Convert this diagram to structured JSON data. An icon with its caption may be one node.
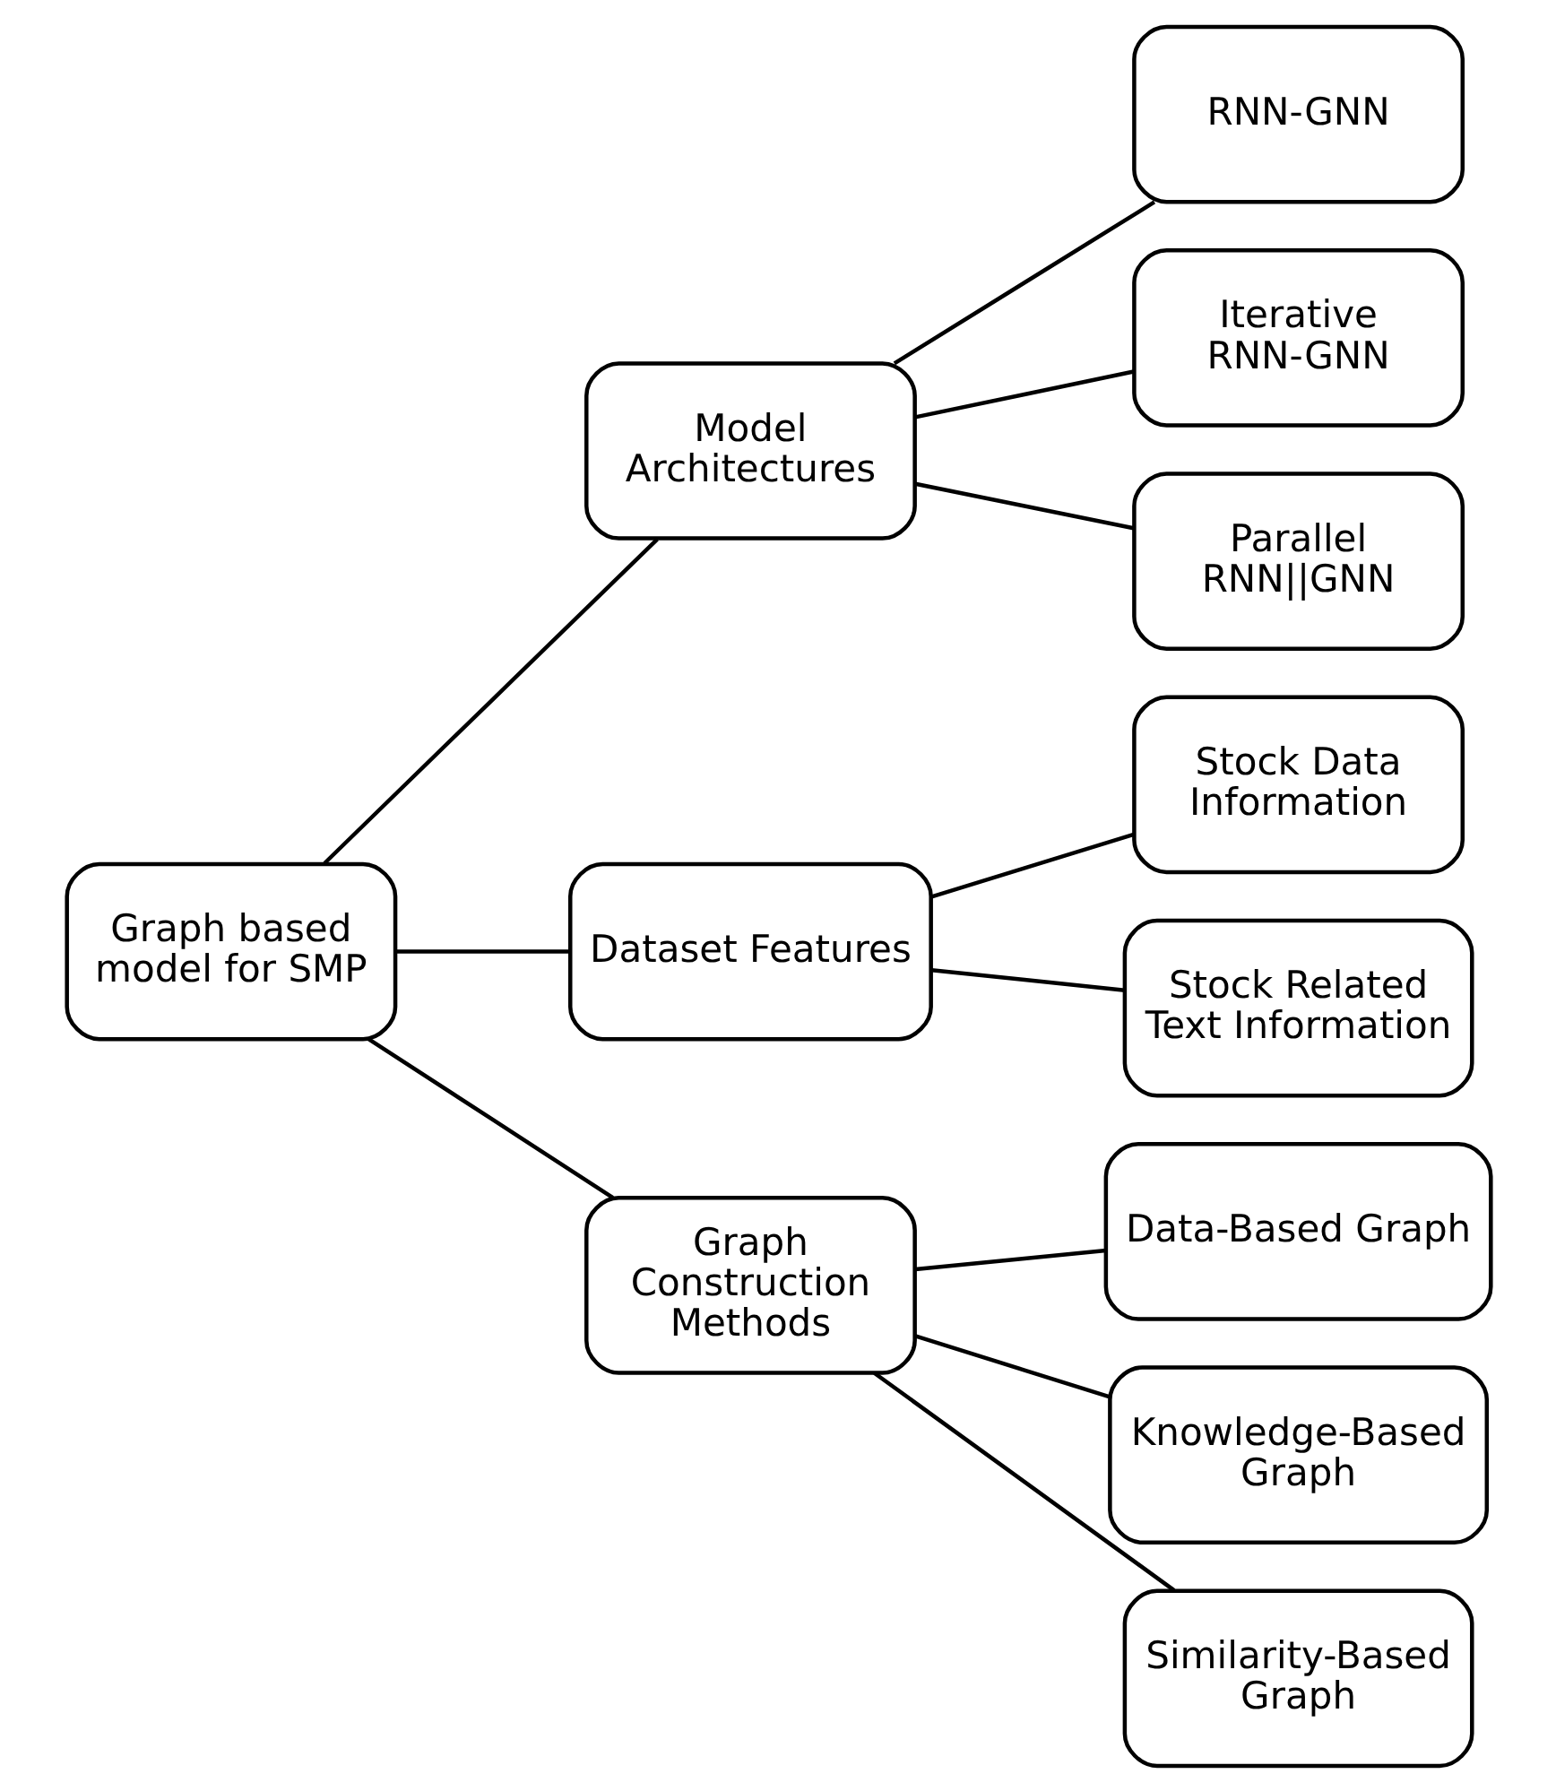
{
  "diagram": {
    "nodes": [
      {
        "text": [
          "Graph based model for SMP"
        ]
      },
      {
        "text": [
          "Model Architectures"
        ]
      },
      {
        "text": [
          "RNN-GNN"
        ]
      },
      {
        "text": [
          "Iterative RNN-GNN"
        ]
      },
      {
        "text": [
          "Parallel RNN||GNN"
        ]
      },
      {
        "text": [
          "Dataset Features"
        ]
      },
      {
        "text": [
          "Stock Data Information"
        ]
      },
      {
        "text": [
          "Stock Related Text Information"
        ]
      },
      {
        "text": [
          "Graph Construction Methods"
        ]
      },
      {
        "text": [
          "Data-Based Graph"
        ]
      },
      {
        "text": [
          "Knowledge-Based Graph"
        ]
      },
      {
        "text": [
          "Similarity-Based Graph"
        ]
      }
    ],
    "edges": [
      {
        "from": 0,
        "to": 1,
        "arrow": "none"
      },
      {
        "from": 0,
        "to": 5,
        "arrow": "none"
      },
      {
        "from": 0,
        "to": 8,
        "arrow": "none"
      },
      {
        "from": 1,
        "to": 2,
        "arrow": "none"
      },
      {
        "from": 1,
        "to": 3,
        "arrow": "none"
      },
      {
        "from": 1,
        "to": 4,
        "arrow": "none"
      },
      {
        "from": 5,
        "to": 6,
        "arrow": "none"
      },
      {
        "from": 5,
        "to": 7,
        "arrow": "none"
      },
      {
        "from": 8,
        "to": 9,
        "arrow": "none"
      },
      {
        "from": 8,
        "to": 10,
        "arrow": "none"
      },
      {
        "from": 8,
        "to": 11,
        "arrow": "none"
      }
    ]
  }
}
